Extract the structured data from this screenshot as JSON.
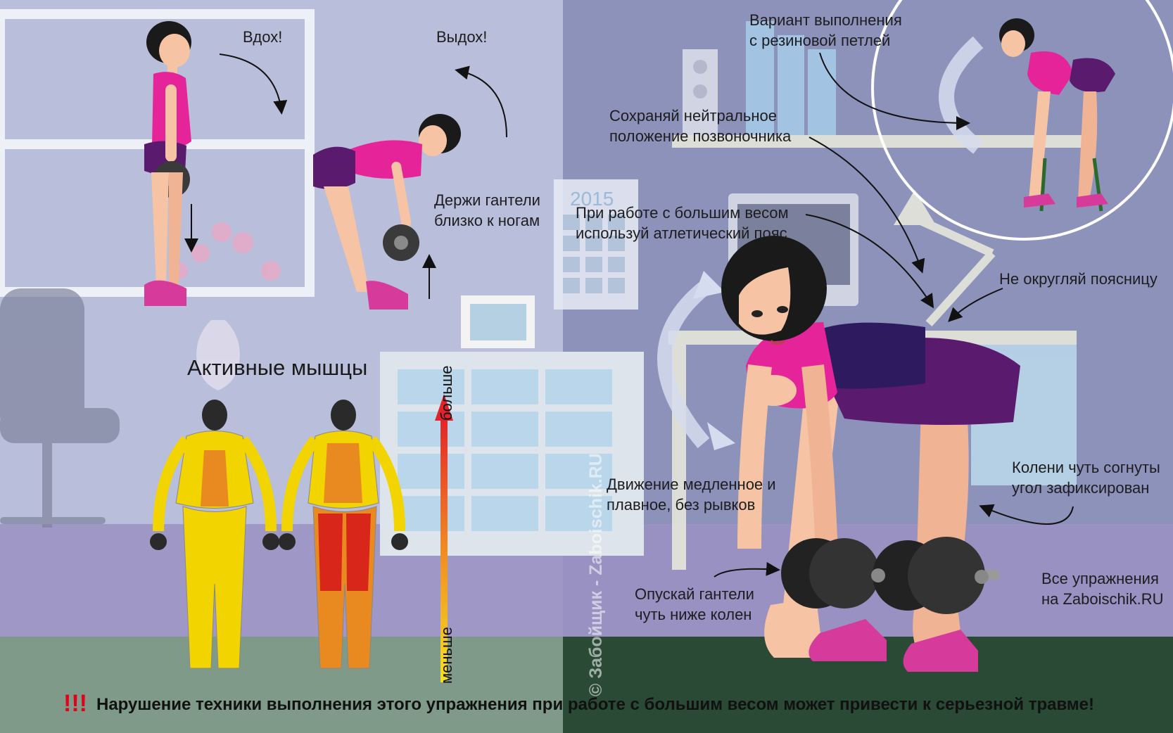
{
  "labels": {
    "inhale": "Вдох!",
    "exhale": "Выдох!",
    "band_variant": [
      "Вариант выполнения",
      "с резиновой петлей"
    ],
    "neutral_spine": [
      "Сохраняй нейтральное",
      "положение позвоночника"
    ],
    "keep_dumbbells": [
      "Держи гантели",
      "близко к ногам"
    ],
    "belt": [
      "При работе с большим весом",
      "используй атлетический пояс"
    ],
    "no_round": "Не округляй поясницу",
    "knees": [
      "Колени чуть согнуты",
      "угол зафиксирован"
    ],
    "slow_move": [
      "Движение медленное и",
      "плавное, без рывков"
    ],
    "lower_dumbbells": [
      "Опускай гантели",
      "чуть ниже колен"
    ],
    "all_exercises": [
      "Все упражнения",
      "на Zaboischik.RU"
    ]
  },
  "calendar_year": "2015",
  "muscles": {
    "title": "Активные мышцы",
    "scale_more": "больше",
    "scale_less": "меньше"
  },
  "watermark": "© Забойщик - Zaboischik.RU",
  "warning": {
    "marks": "!!!",
    "text": "Нарушение техники выполнения этого упражнения при работе с большим весом может привести к серьезной травме!"
  },
  "colors": {
    "top_wear": "#e5249a",
    "shorts": "#5a1a6e",
    "belt": "#2e1a5e",
    "shoes": "#d63a9b",
    "hair": "#1a1a1a",
    "skin": "#f6c4a4",
    "floor": "#2a4a35",
    "muscle_low": "#f2d400",
    "muscle_mid": "#e88a1f",
    "muscle_high": "#d8261a",
    "warning": "#e2001a"
  }
}
